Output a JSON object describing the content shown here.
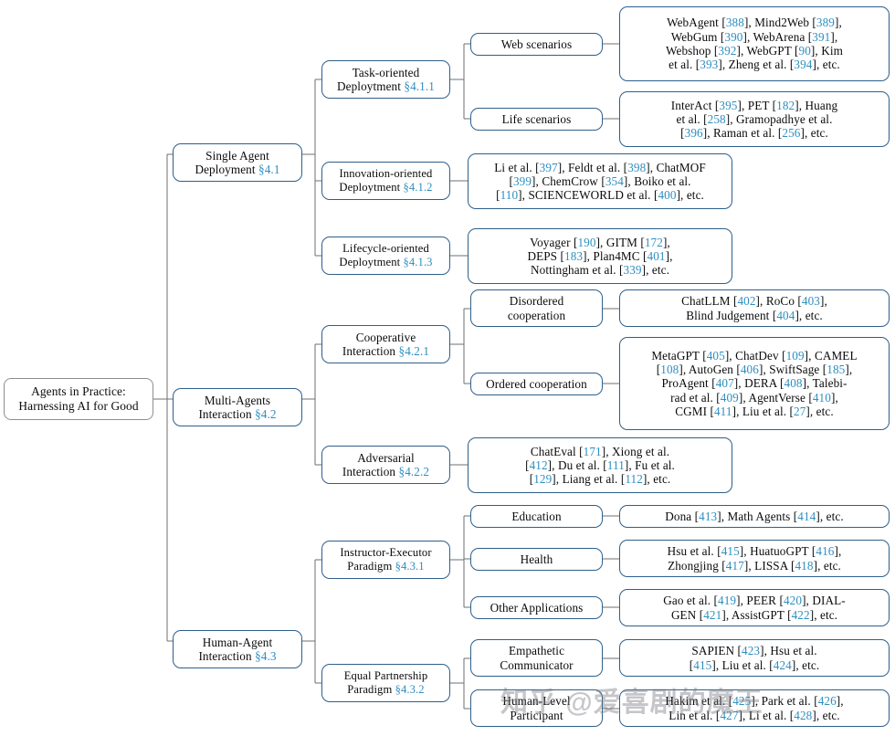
{
  "diagram": {
    "title": "Agents in Practice: Harnessing AI for Good",
    "accent_blue": "#2e8fc0",
    "border_blue": "#2e5f8a",
    "root_border": "#8d8d8d",
    "watermark": "知乎 @爱喜剧的魔王"
  },
  "root": {
    "line1": "Agents in Practice:",
    "line2": "Harnessing AI for Good"
  },
  "branches": [
    {
      "id": "single-agent",
      "line1": "Single Agent",
      "line2": "Deployment ",
      "sec": "§4.1"
    },
    {
      "id": "multi-agents",
      "line1": "Multi-Agents",
      "line2": "Interaction ",
      "sec": "§4.2"
    },
    {
      "id": "human-agent",
      "line1": "Human-Agent",
      "line2": "Interaction ",
      "sec": "§4.3"
    }
  ],
  "subbranches": [
    {
      "id": "task-oriented",
      "line1": "Task-oriented",
      "line2": "Deploytment ",
      "sec": "§4.1.1"
    },
    {
      "id": "innovation-oriented",
      "line1": "Innovation-oriented",
      "line2": "Deploytment ",
      "sec": "§4.1.2"
    },
    {
      "id": "lifecycle-oriented",
      "line1": "Lifecycle-oriented",
      "line2": "Deploytment ",
      "sec": "§4.1.3"
    },
    {
      "id": "cooperative",
      "line1": "Cooperative",
      "line2": "Interaction ",
      "sec": "§4.2.1"
    },
    {
      "id": "adversarial",
      "line1": "Adversarial",
      "line2": "Interaction ",
      "sec": "§4.2.2"
    },
    {
      "id": "instructor-executor",
      "line1": "Instructor-Executor",
      "line2": "Paradigm ",
      "sec": "§4.3.1"
    },
    {
      "id": "equal-partnership",
      "line1": "Equal Partnership",
      "line2": "Paradigm ",
      "sec": "§4.3.2"
    }
  ],
  "categories": [
    {
      "id": "web-scenarios",
      "line1": "Web scenarios",
      "line2": ""
    },
    {
      "id": "life-scenarios",
      "line1": "Life scenarios",
      "line2": ""
    },
    {
      "id": "disordered-cooperation",
      "line1": "Disordered",
      "line2": "cooperation"
    },
    {
      "id": "ordered-cooperation",
      "line1": "Ordered cooperation",
      "line2": ""
    },
    {
      "id": "education",
      "line1": "Education",
      "line2": ""
    },
    {
      "id": "health",
      "line1": "Health",
      "line2": ""
    },
    {
      "id": "other-applications",
      "line1": "Other Applications",
      "line2": ""
    },
    {
      "id": "empathetic-communicator",
      "line1": "Empathetic",
      "line2": "Communicator"
    },
    {
      "id": "human-level-participant",
      "line1": "Human-Level",
      "line2": "Participant"
    }
  ],
  "leaves": [
    {
      "id": "web-scenarios-refs",
      "lines": [
        [
          {
            "t": "WebAgent ["
          },
          {
            "c": "388"
          },
          {
            "t": "], Mind2Web ["
          },
          {
            "c": "389"
          },
          {
            "t": "],"
          }
        ],
        [
          {
            "t": "WebGum ["
          },
          {
            "c": "390"
          },
          {
            "t": "], WebArena ["
          },
          {
            "c": "391"
          },
          {
            "t": "],"
          }
        ],
        [
          {
            "t": "Webshop ["
          },
          {
            "c": "392"
          },
          {
            "t": "], WebGPT ["
          },
          {
            "c": "90"
          },
          {
            "t": "], Kim"
          }
        ],
        [
          {
            "t": "et al. ["
          },
          {
            "c": "393"
          },
          {
            "t": "], Zheng et al. ["
          },
          {
            "c": "394"
          },
          {
            "t": "], etc."
          }
        ]
      ]
    },
    {
      "id": "life-scenarios-refs",
      "lines": [
        [
          {
            "t": "InterAct ["
          },
          {
            "c": "395"
          },
          {
            "t": "], PET ["
          },
          {
            "c": "182"
          },
          {
            "t": "], Huang"
          }
        ],
        [
          {
            "t": "et al. ["
          },
          {
            "c": "258"
          },
          {
            "t": "], Gramopadhye et al."
          }
        ],
        [
          {
            "t": "["
          },
          {
            "c": "396"
          },
          {
            "t": "], Raman et al. ["
          },
          {
            "c": "256"
          },
          {
            "t": "], etc."
          }
        ]
      ]
    },
    {
      "id": "innovation-refs",
      "lines": [
        [
          {
            "t": "Li et al. ["
          },
          {
            "c": "397"
          },
          {
            "t": "], Feldt et al. ["
          },
          {
            "c": "398"
          },
          {
            "t": "], ChatMOF"
          }
        ],
        [
          {
            "t": "["
          },
          {
            "c": "399"
          },
          {
            "t": "], ChemCrow ["
          },
          {
            "c": "354"
          },
          {
            "t": "], Boiko et al."
          }
        ],
        [
          {
            "t": "["
          },
          {
            "c": "110"
          },
          {
            "t": "], SCIENCEWORLD et al. ["
          },
          {
            "c": "400"
          },
          {
            "t": "], etc."
          }
        ]
      ]
    },
    {
      "id": "lifecycle-refs",
      "lines": [
        [
          {
            "t": "Voyager ["
          },
          {
            "c": "190"
          },
          {
            "t": "], GITM ["
          },
          {
            "c": "172"
          },
          {
            "t": "],"
          }
        ],
        [
          {
            "t": "DEPS ["
          },
          {
            "c": "183"
          },
          {
            "t": "], Plan4MC ["
          },
          {
            "c": "401"
          },
          {
            "t": "],"
          }
        ],
        [
          {
            "t": "Nottingham et al. ["
          },
          {
            "c": "339"
          },
          {
            "t": "], etc."
          }
        ]
      ]
    },
    {
      "id": "disordered-refs",
      "lines": [
        [
          {
            "t": "ChatLLM ["
          },
          {
            "c": "402"
          },
          {
            "t": "], RoCo ["
          },
          {
            "c": "403"
          },
          {
            "t": "],"
          }
        ],
        [
          {
            "t": "Blind Judgement ["
          },
          {
            "c": "404"
          },
          {
            "t": "], etc."
          }
        ]
      ]
    },
    {
      "id": "ordered-refs",
      "lines": [
        [
          {
            "t": "MetaGPT ["
          },
          {
            "c": "405"
          },
          {
            "t": "], ChatDev ["
          },
          {
            "c": "109"
          },
          {
            "t": "], CAMEL"
          }
        ],
        [
          {
            "t": "["
          },
          {
            "c": "108"
          },
          {
            "t": "], AutoGen ["
          },
          {
            "c": "406"
          },
          {
            "t": "], SwiftSage ["
          },
          {
            "c": "185"
          },
          {
            "t": "],"
          }
        ],
        [
          {
            "t": "ProAgent ["
          },
          {
            "c": "407"
          },
          {
            "t": "], DERA ["
          },
          {
            "c": "408"
          },
          {
            "t": "], Talebi-"
          }
        ],
        [
          {
            "t": "rad et al. ["
          },
          {
            "c": "409"
          },
          {
            "t": "], AgentVerse ["
          },
          {
            "c": "410"
          },
          {
            "t": "],"
          }
        ],
        [
          {
            "t": "CGMI ["
          },
          {
            "c": "411"
          },
          {
            "t": "], Liu et al. ["
          },
          {
            "c": "27"
          },
          {
            "t": "], etc."
          }
        ]
      ]
    },
    {
      "id": "adversarial-refs",
      "lines": [
        [
          {
            "t": "ChatEval ["
          },
          {
            "c": "171"
          },
          {
            "t": "], Xiong et al."
          }
        ],
        [
          {
            "t": "["
          },
          {
            "c": "412"
          },
          {
            "t": "], Du et al. ["
          },
          {
            "c": "111"
          },
          {
            "t": "], Fu et al."
          }
        ],
        [
          {
            "t": "["
          },
          {
            "c": "129"
          },
          {
            "t": "], Liang et al. ["
          },
          {
            "c": "112"
          },
          {
            "t": "], etc."
          }
        ]
      ]
    },
    {
      "id": "education-refs",
      "lines": [
        [
          {
            "t": "Dona ["
          },
          {
            "c": "413"
          },
          {
            "t": "], Math Agents ["
          },
          {
            "c": "414"
          },
          {
            "t": "], etc."
          }
        ]
      ]
    },
    {
      "id": "health-refs",
      "lines": [
        [
          {
            "t": "Hsu et al. ["
          },
          {
            "c": "415"
          },
          {
            "t": "], HuatuoGPT ["
          },
          {
            "c": "416"
          },
          {
            "t": "],"
          }
        ],
        [
          {
            "t": "Zhongjing ["
          },
          {
            "c": "417"
          },
          {
            "t": "], LISSA ["
          },
          {
            "c": "418"
          },
          {
            "t": "], etc."
          }
        ]
      ]
    },
    {
      "id": "other-applications-refs",
      "lines": [
        [
          {
            "t": "Gao et al. ["
          },
          {
            "c": "419"
          },
          {
            "t": "], PEER ["
          },
          {
            "c": "420"
          },
          {
            "t": "], DIAL-"
          }
        ],
        [
          {
            "t": "GEN ["
          },
          {
            "c": "421"
          },
          {
            "t": "], AssistGPT ["
          },
          {
            "c": "422"
          },
          {
            "t": "], etc."
          }
        ]
      ]
    },
    {
      "id": "empathetic-refs",
      "lines": [
        [
          {
            "t": "SAPIEN ["
          },
          {
            "c": "423"
          },
          {
            "t": "], Hsu et al."
          }
        ],
        [
          {
            "t": "["
          },
          {
            "c": "415"
          },
          {
            "t": "], Liu et al. ["
          },
          {
            "c": "424"
          },
          {
            "t": "], etc."
          }
        ]
      ]
    },
    {
      "id": "human-level-refs",
      "lines": [
        [
          {
            "t": "Hakim et al. ["
          },
          {
            "c": "425"
          },
          {
            "t": "], Park et al. ["
          },
          {
            "c": "426"
          },
          {
            "t": "],"
          }
        ],
        [
          {
            "t": "Lin et al. ["
          },
          {
            "c": "427"
          },
          {
            "t": "], Li et al. ["
          },
          {
            "c": "428"
          },
          {
            "t": "], etc."
          }
        ]
      ]
    }
  ]
}
